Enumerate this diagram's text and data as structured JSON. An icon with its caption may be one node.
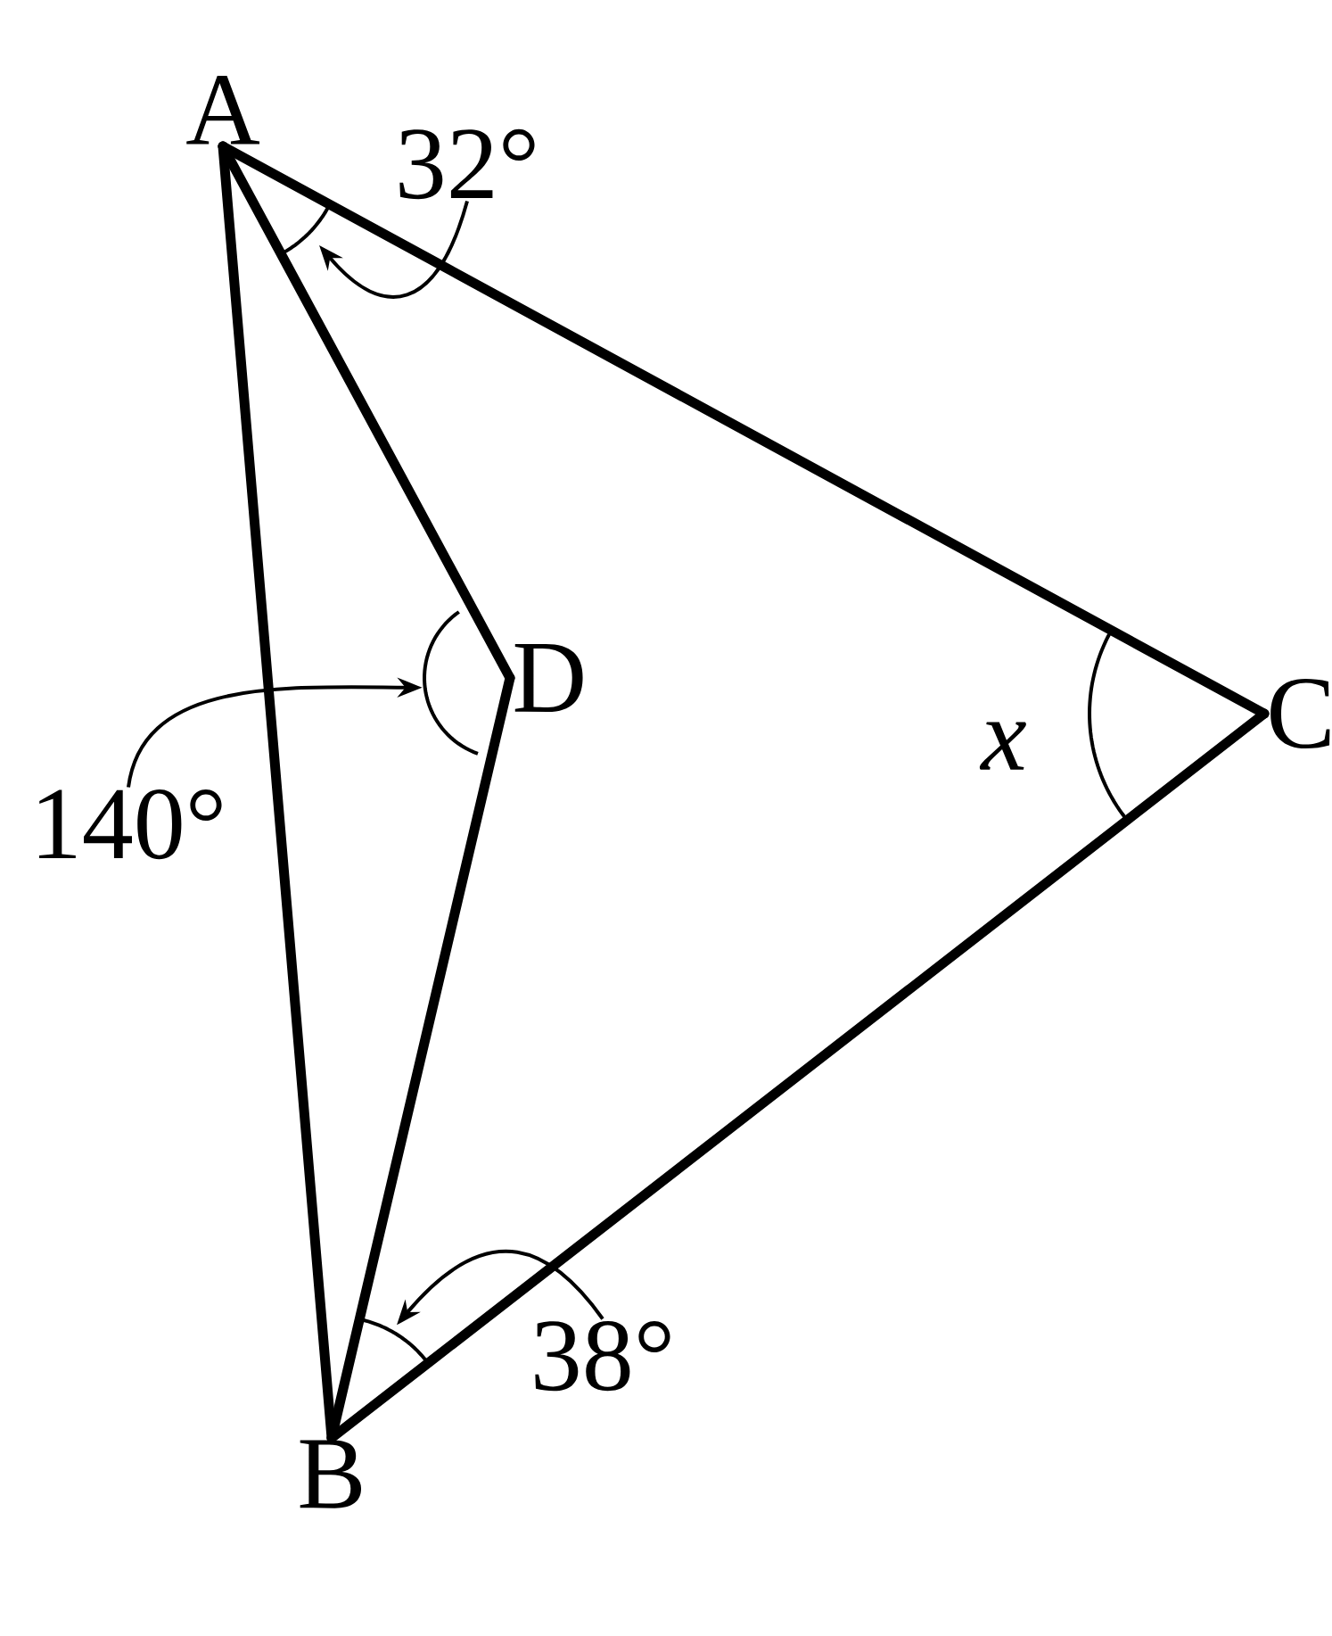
{
  "diagram": {
    "nodes": [
      {
        "text": [
          "A"
        ]
      },
      {
        "text": [
          "B"
        ]
      },
      {
        "text": [
          "C"
        ]
      },
      {
        "text": [
          "D"
        ]
      },
      {
        "text": [
          "32°"
        ]
      },
      {
        "text": [
          "140°"
        ]
      },
      {
        "text": [
          "38°"
        ]
      },
      {
        "text": [],
        "shape": "arc"
      },
      {
        "text": [],
        "shape": "arc"
      },
      {
        "text": [],
        "shape": "arc"
      }
    ],
    "edges": [
      {
        "from": 0,
        "to": 1,
        "arrow": "none"
      },
      {
        "from": 0,
        "to": 2,
        "arrow": "none"
      },
      {
        "from": 1,
        "to": 2,
        "arrow": "none"
      },
      {
        "from": 0,
        "to": 3,
        "arrow": "none"
      },
      {
        "from": 3,
        "to": 1,
        "arrow": "none"
      },
      {
        "from": 4,
        "to": 7,
        "arrow": "to"
      },
      {
        "from": 5,
        "to": 8,
        "arrow": "to"
      },
      {
        "from": 6,
        "to": 9,
        "arrow": "to"
      }
    ],
    "labels": [
      "x"
    ]
  }
}
